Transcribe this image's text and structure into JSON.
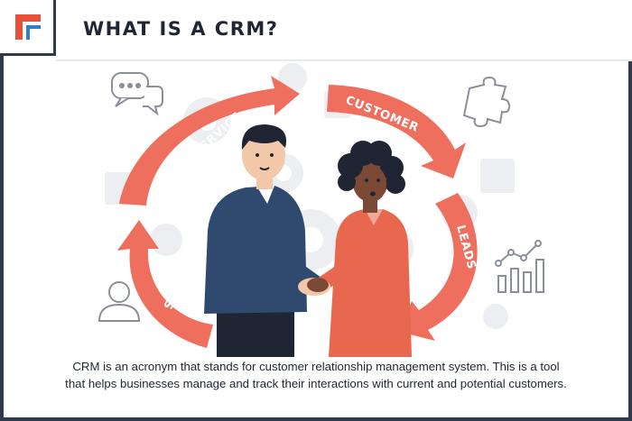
{
  "header": {
    "title": "WHAT IS A CRM?",
    "logo_icon": "brand-corner-logo-icon"
  },
  "cycle": {
    "labels": [
      "SERVICE",
      "CUSTOMER",
      "LEADS",
      "SALES"
    ],
    "arrow_color": "#ef6f5f"
  },
  "icons": [
    "chat-bubbles-icon",
    "puzzle-icon",
    "user-icon",
    "bar-chart-icon",
    "gear-icon"
  ],
  "caption": {
    "line1": "CRM is an acronym that stands for customer relationship management system. This is a tool",
    "line2": "that helps businesses manage and track their interactions with current and potential customers."
  },
  "colors": {
    "border": "#2f3a4d",
    "accent": "#e8503a",
    "logo_blue": "#2a7fd4",
    "suit_blue": "#2f4a6e",
    "suit_coral": "#e8674f"
  }
}
